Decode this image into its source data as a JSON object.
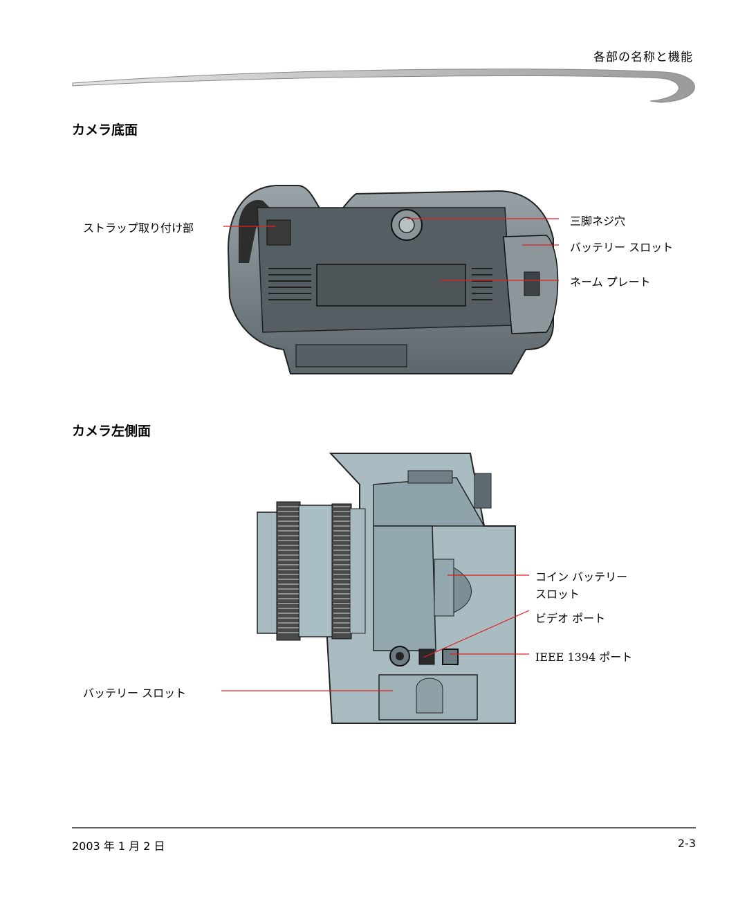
{
  "header": {
    "chapter_title": "各部の名称と機能"
  },
  "sections": {
    "bottom": {
      "heading": "カメラ底面",
      "callouts": {
        "strap_mount": "ストラップ取り付け部",
        "tripod_socket": "三脚ネジ穴",
        "battery_slot": "バッテリー スロット",
        "name_plate": "ネーム プレート"
      }
    },
    "left_side": {
      "heading": "カメラ左側面",
      "callouts": {
        "coin_battery_line1": "コイン バッテリー",
        "coin_battery_line2": "スロット",
        "video_port": "ビデオ ポート",
        "ieee_port": "IEEE 1394 ポート",
        "battery_slot": "バッテリー スロット"
      }
    }
  },
  "footer": {
    "date": "2003 年 1 月 2 日",
    "page_number": "2-3"
  },
  "colors": {
    "callout_line": "#e0201e",
    "camera_body": "#7d8a8f",
    "camera_dark": "#3a3a3a",
    "camera_side": "#a9bcc2"
  }
}
